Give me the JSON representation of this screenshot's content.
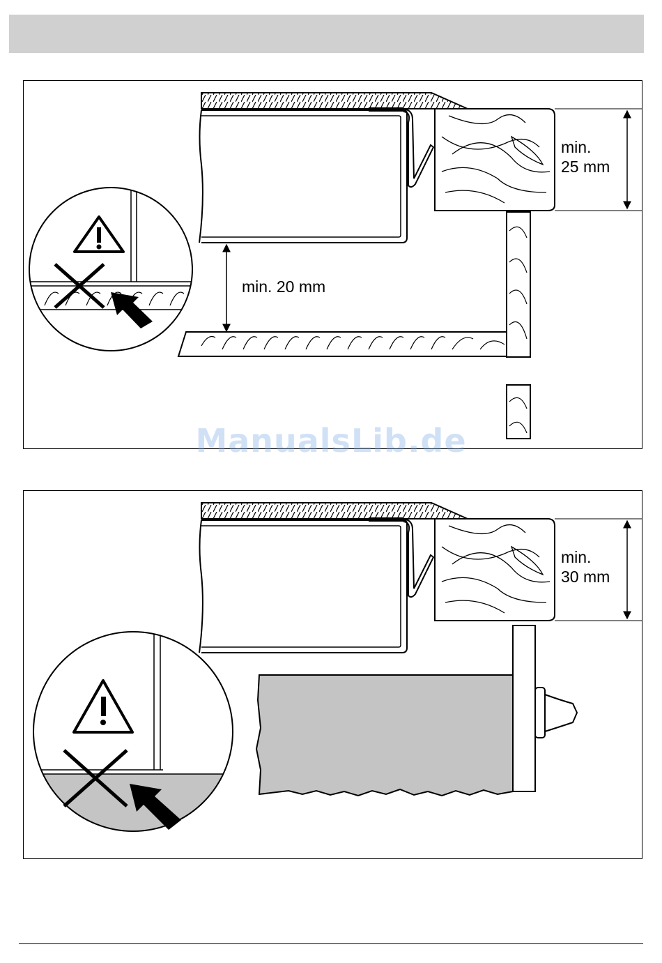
{
  "figure1": {
    "height_label_line1": "min.",
    "height_label_line2": "25 mm",
    "gap_label": "min. 20 mm"
  },
  "figure2": {
    "height_label_line1": "min.",
    "height_label_line2": "30 mm"
  },
  "watermark": "ManualsLib.de",
  "icons": [
    "warning-triangle-icon",
    "cross-x-icon",
    "arrow-icon"
  ]
}
